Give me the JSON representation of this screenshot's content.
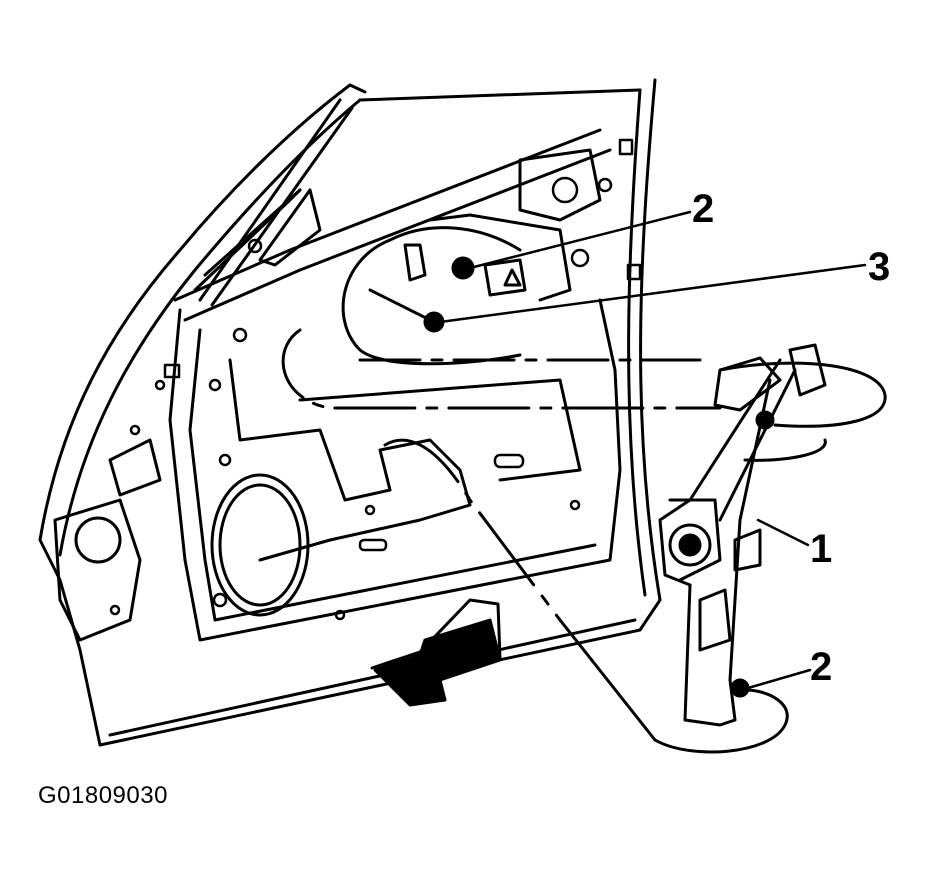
{
  "figure_id": "G01809030",
  "callouts": [
    {
      "id": "regulator",
      "label": "1"
    },
    {
      "id": "upper-nut",
      "label": "2"
    },
    {
      "id": "bolt",
      "label": "3"
    },
    {
      "id": "lower-nut",
      "label": "2"
    }
  ],
  "colors": {
    "ink": "#000000",
    "paper": "#ffffff"
  }
}
